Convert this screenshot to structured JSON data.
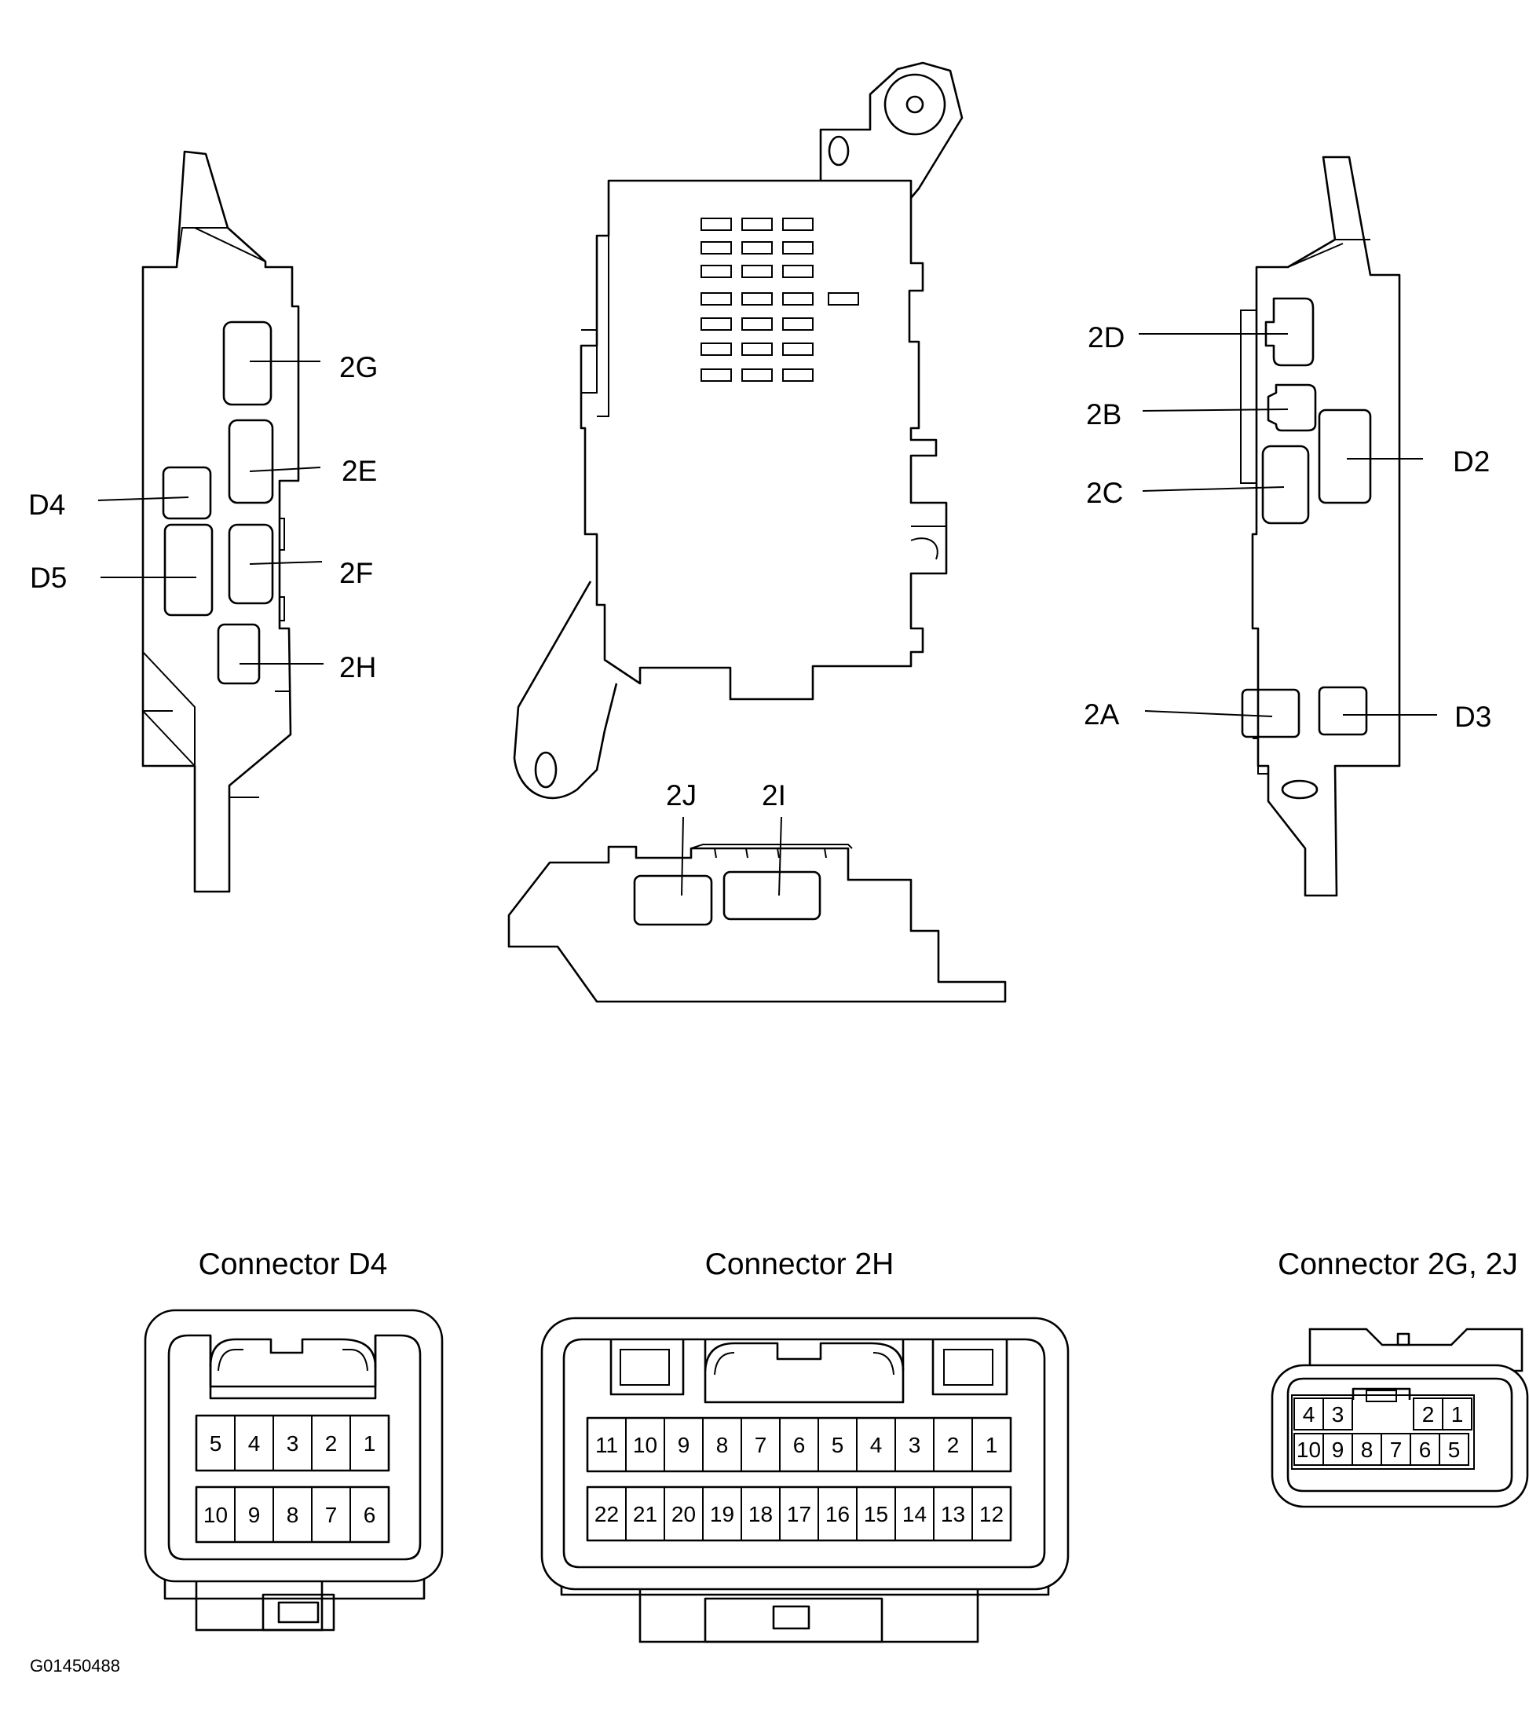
{
  "callouts": {
    "2G": "2G",
    "2E": "2E",
    "2F": "2F",
    "2H": "2H",
    "D4": "D4",
    "D5": "D5",
    "2J": "2J",
    "2I": "2I",
    "2D": "2D",
    "2B": "2B",
    "2C": "2C",
    "D2": "D2",
    "2A": "2A",
    "D3": "D3"
  },
  "connectors": {
    "d4": {
      "title": "Connector D4",
      "top_row": [
        "5",
        "4",
        "3",
        "2",
        "1"
      ],
      "bottom_row": [
        "10",
        "9",
        "8",
        "7",
        "6"
      ]
    },
    "h2": {
      "title": "Connector 2H",
      "top_row": [
        "11",
        "10",
        "9",
        "8",
        "7",
        "6",
        "5",
        "4",
        "3",
        "2",
        "1"
      ],
      "bottom_row": [
        "22",
        "21",
        "20",
        "19",
        "18",
        "17",
        "16",
        "15",
        "14",
        "13",
        "12"
      ]
    },
    "g2j": {
      "title": "Connector 2G, 2J",
      "top_left": [
        "4",
        "3"
      ],
      "top_right": [
        "2",
        "1"
      ],
      "bottom_row": [
        "10",
        "9",
        "8",
        "7",
        "6",
        "5"
      ]
    }
  },
  "figure_code": "G01450488"
}
